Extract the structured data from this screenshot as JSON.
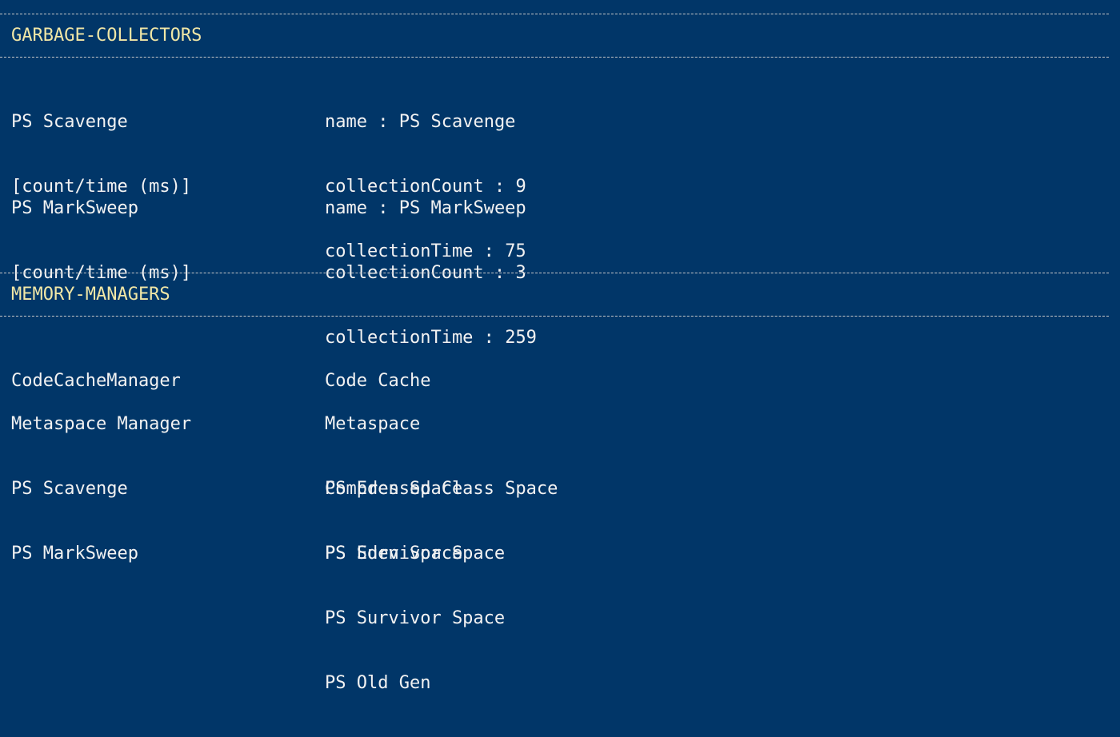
{
  "garbage_collectors": {
    "title": "GARBAGE-COLLECTORS",
    "items": [
      {
        "name": "PS Scavenge",
        "subtitle": "[count/time (ms)]",
        "properties": [
          {
            "key": "name",
            "sep": " : ",
            "value": "PS Scavenge"
          },
          {
            "key": "collectionCount",
            "sep": " : ",
            "value": "9"
          },
          {
            "key": "collectionTime",
            "sep": " : ",
            "value": "75"
          }
        ]
      },
      {
        "name": "PS MarkSweep",
        "subtitle": "[count/time (ms)]",
        "properties": [
          {
            "key": "name",
            "sep": " : ",
            "value": "PS MarkSweep"
          },
          {
            "key": "collectionCount",
            "sep": " : ",
            "value": "3"
          },
          {
            "key": "collectionTime",
            "sep": " : ",
            "value": "259"
          }
        ]
      }
    ]
  },
  "memory_managers": {
    "title": "MEMORY-MANAGERS",
    "items": [
      {
        "name": "CodeCacheManager",
        "pools": [
          "Code Cache"
        ]
      },
      {
        "name": "Metaspace Manager",
        "pools": [
          "Metaspace",
          "Compressed Class Space"
        ]
      },
      {
        "name": "PS Scavenge",
        "pools": [
          "PS Eden Space",
          "PS Survivor Space"
        ]
      },
      {
        "name": "PS MarkSweep",
        "pools": [
          "PS Eden Space",
          "PS Survivor Space",
          "PS Old Gen"
        ]
      }
    ]
  },
  "colors": {
    "background": "#013668",
    "text": "#f2f2f2",
    "section_title": "#f1e7a6",
    "rule": "#c8c8c8"
  }
}
